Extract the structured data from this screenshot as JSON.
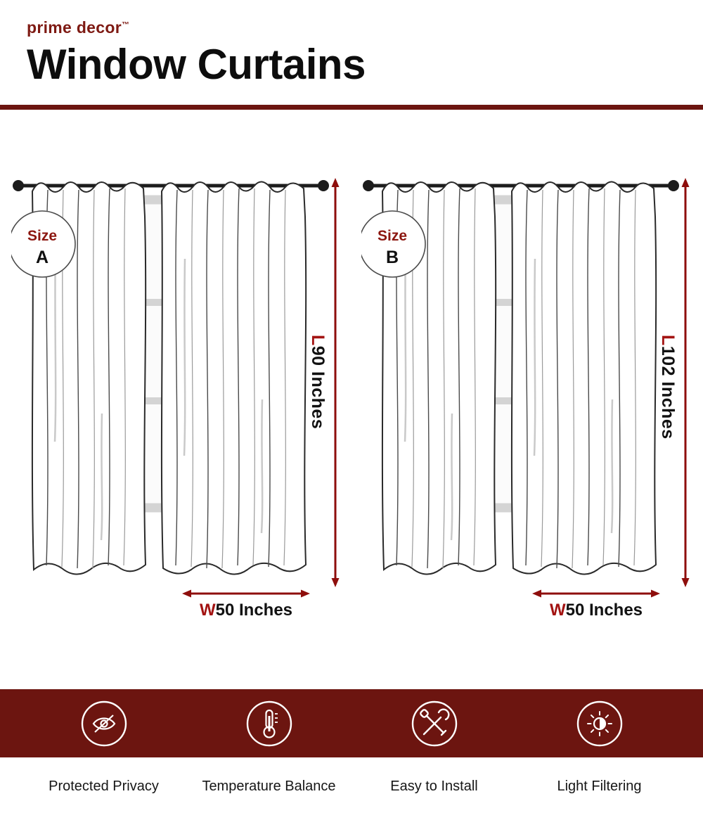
{
  "header": {
    "brand": "prime decor",
    "trademark": "™",
    "title": "Window Curtains"
  },
  "diagrams": [
    {
      "size_label": "Size",
      "size_value": "A",
      "length_prefix": "L",
      "length_value": "90 Inches",
      "width_prefix": "W",
      "width_value": "50 Inches"
    },
    {
      "size_label": "Size",
      "size_value": "B",
      "length_prefix": "L",
      "length_value": "102 Inches",
      "width_prefix": "W",
      "width_value": "50 Inches"
    }
  ],
  "features": [
    {
      "icon": "privacy-eye-off-icon",
      "label": "Protected Privacy"
    },
    {
      "icon": "thermometer-icon",
      "label": "Temperature Balance"
    },
    {
      "icon": "tools-icon",
      "label": "Easy to Install"
    },
    {
      "icon": "light-filtering-icon",
      "label": "Light Filtering"
    }
  ],
  "colors": {
    "maroon_band": "#6c1510",
    "accent_red": "#a31312",
    "arrow_red": "#8e0e0c",
    "text_black": "#111111"
  }
}
